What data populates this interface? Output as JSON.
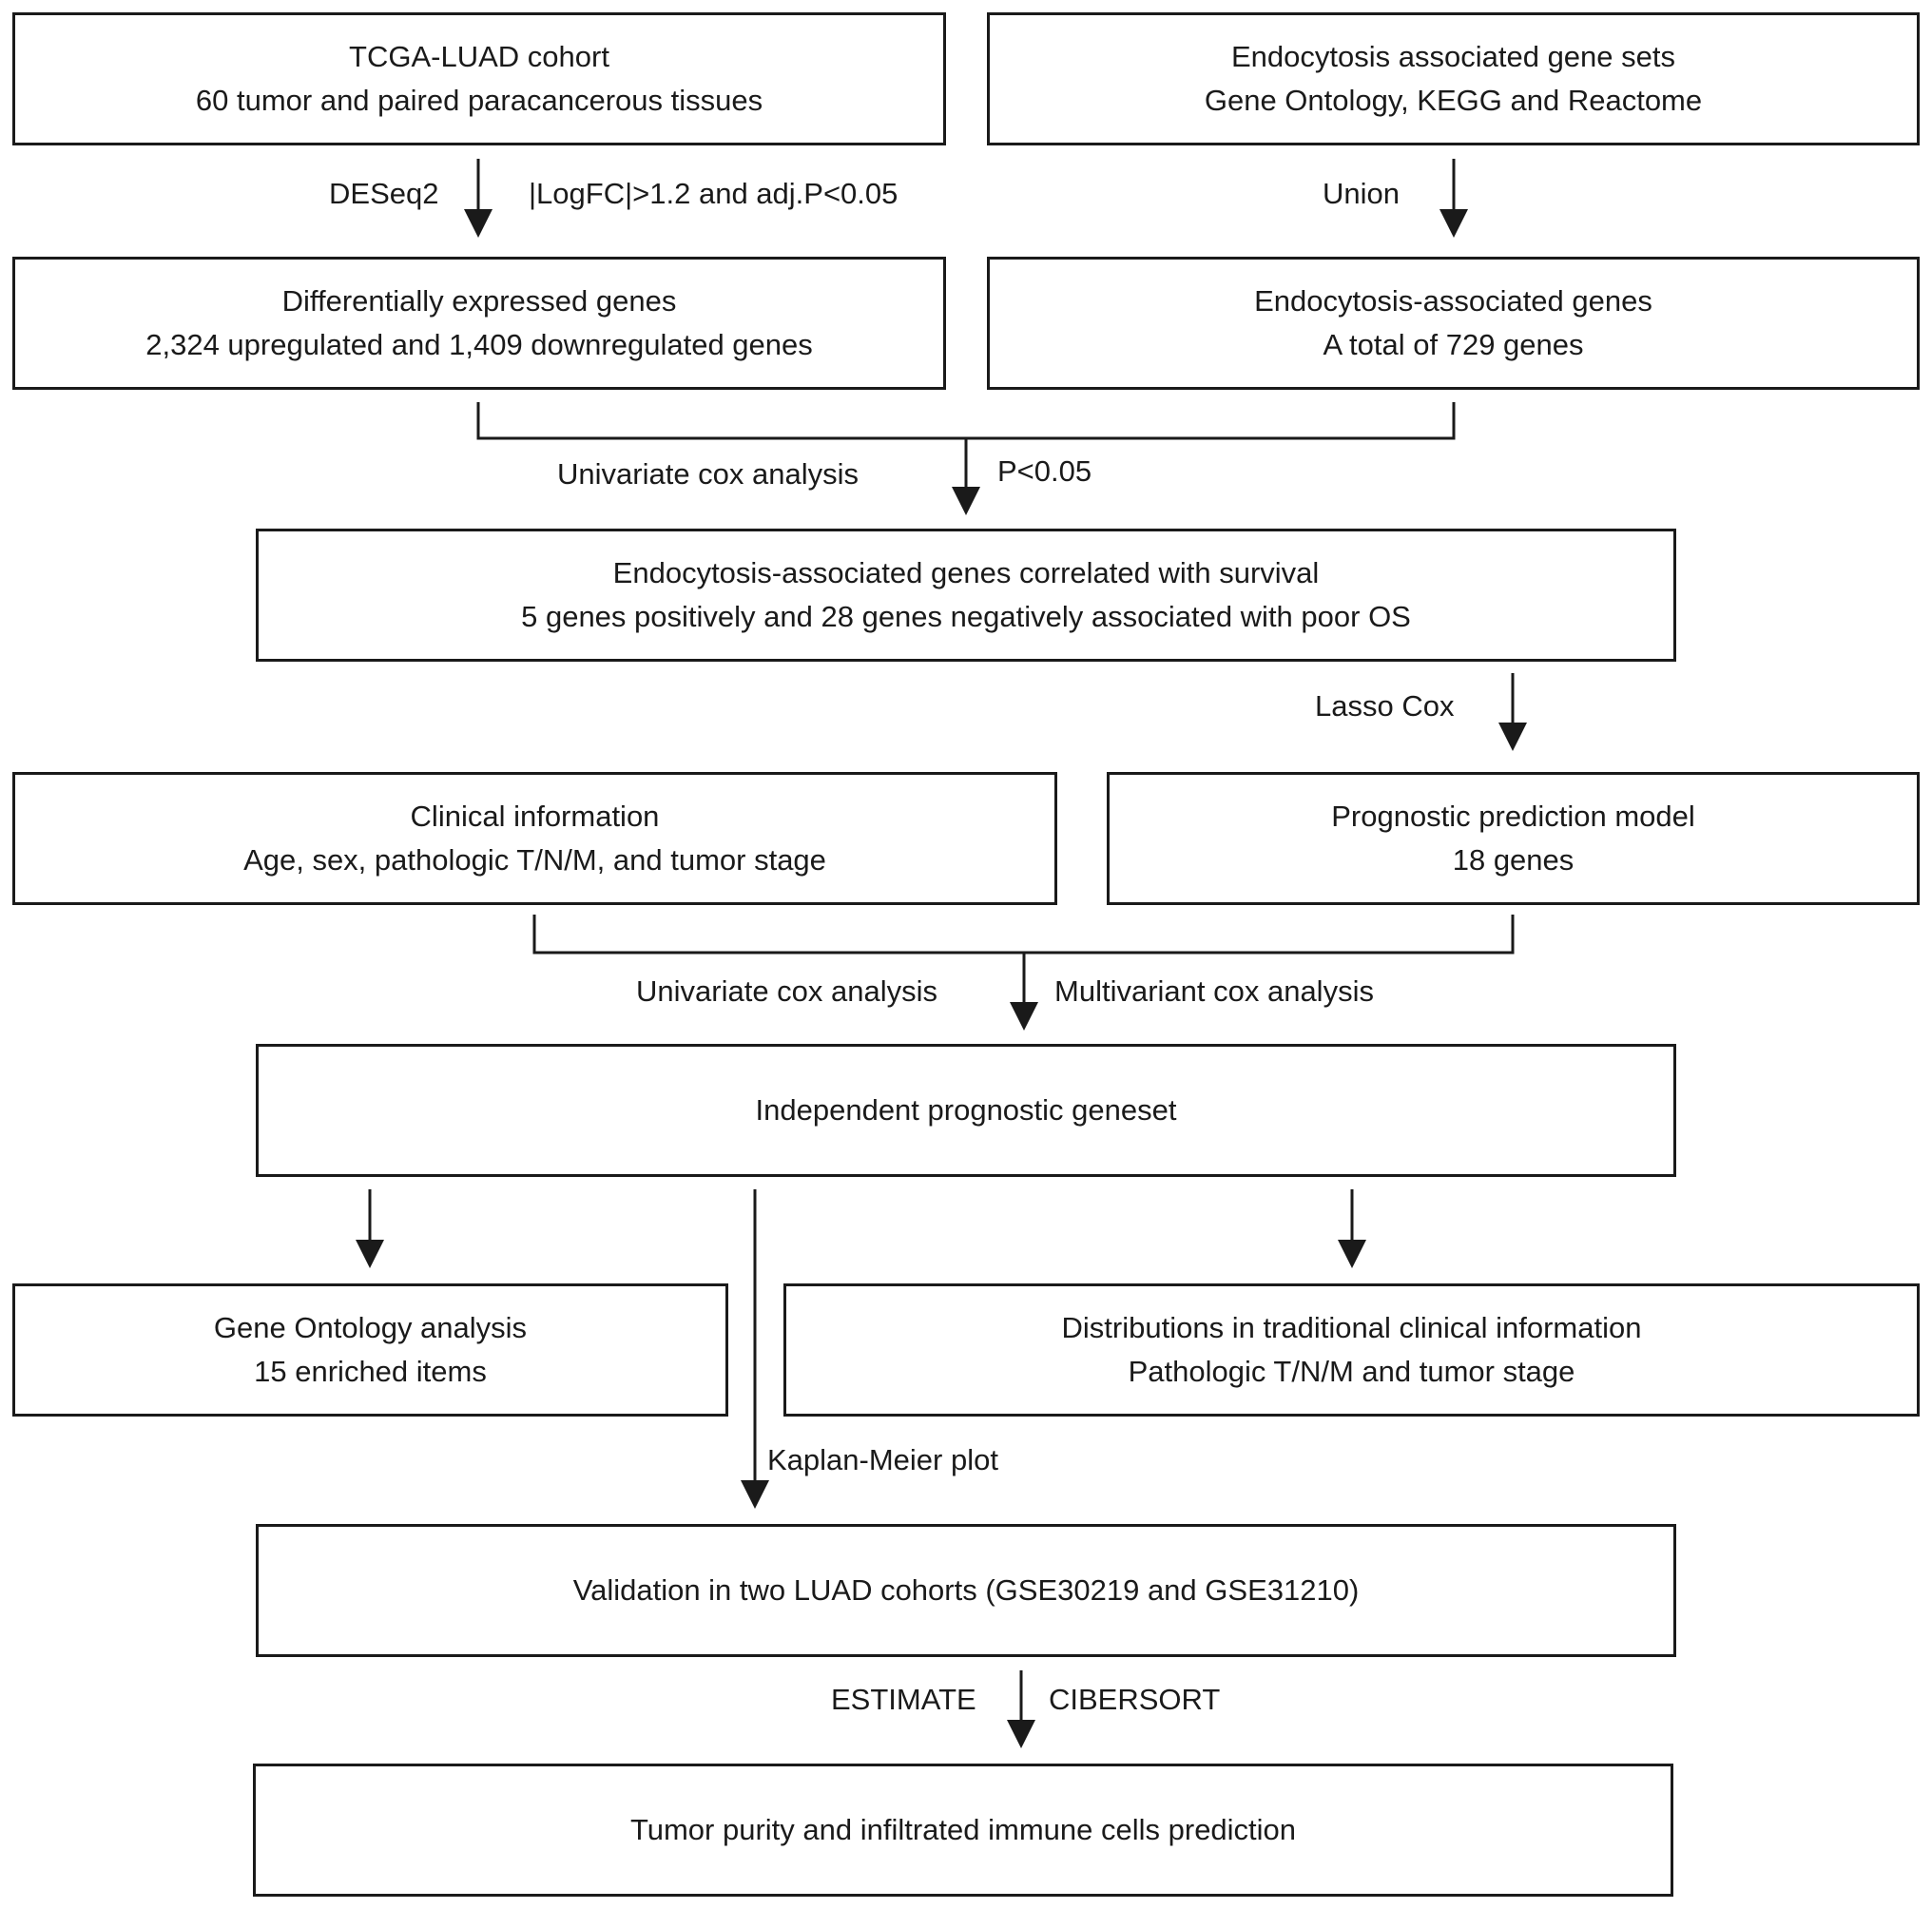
{
  "boxes": {
    "tcga": {
      "line1": "TCGA-LUAD cohort",
      "line2": "60 tumor and paired paracancerous tissues"
    },
    "endo_sets": {
      "line1": "Endocytosis associated gene sets",
      "line2": "Gene Ontology, KEGG and Reactome"
    },
    "deg": {
      "line1": "Differentially expressed genes",
      "line2": "2,324 upregulated and 1,409 downregulated genes"
    },
    "endo_genes": {
      "line1": "Endocytosis-associated genes",
      "line2": "A total of 729 genes"
    },
    "survival": {
      "line1": "Endocytosis-associated genes correlated with survival",
      "line2": "5 genes positively and 28 genes negatively associated with poor OS"
    },
    "clinical": {
      "line1": "Clinical information",
      "line2": "Age, sex, pathologic T/N/M, and tumor stage"
    },
    "model": {
      "line1": "Prognostic prediction model",
      "line2": "18 genes"
    },
    "independent": {
      "line1": "Independent prognostic geneset"
    },
    "go": {
      "line1": "Gene Ontology analysis",
      "line2": "15 enriched items"
    },
    "distributions": {
      "line1": "Distributions in traditional clinical information",
      "line2": "Pathologic T/N/M and tumor stage"
    },
    "validation": {
      "line1": "Validation in two LUAD cohorts (GSE30219 and GSE31210)"
    },
    "purity": {
      "line1": "Tumor purity and infiltrated immune cells prediction"
    }
  },
  "labels": {
    "deseq2": "DESeq2",
    "logfc": "|LogFC|>1.2 and adj.P<0.05",
    "union": "Union",
    "univariate1": "Univariate cox analysis",
    "p005": "P<0.05",
    "lasso": "Lasso Cox",
    "univariate2": "Univariate cox analysis",
    "multivariant": "Multivariant cox analysis",
    "km": "Kaplan-Meier plot",
    "estimate": "ESTIMATE",
    "cibersort": "CIBERSORT"
  }
}
